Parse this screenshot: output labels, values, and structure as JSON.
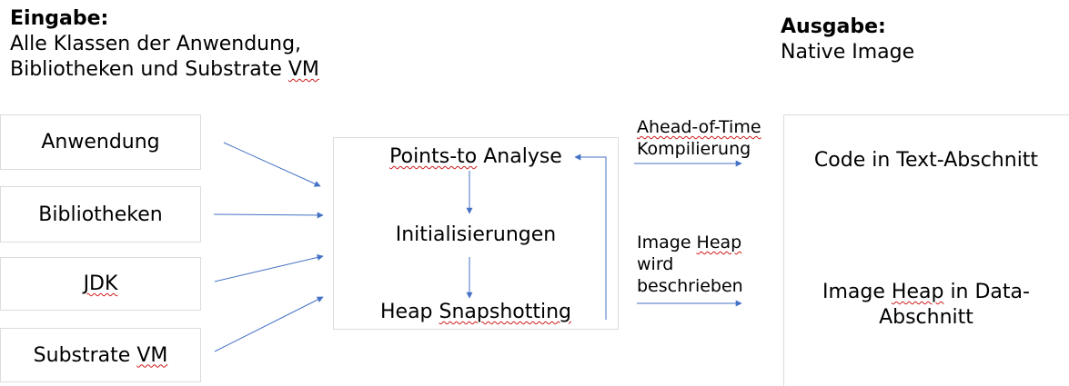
{
  "input": {
    "heading": "Eingabe:",
    "line1": "Alle Klassen der Anwendung,",
    "line2_a": "Bibliotheken und Substrate ",
    "line2_b": "VM"
  },
  "output": {
    "heading": "Ausgabe:",
    "line1": "Native Image"
  },
  "sources": {
    "anwendung": "Anwendung",
    "bibliotheken": "Bibliotheken",
    "jdk": "JDK",
    "substrate_a": "Substrate ",
    "substrate_b": "VM"
  },
  "process": {
    "step1_a": "Points-to",
    "step1_b": " Analyse",
    "step2": "Initialisierungen",
    "step3_a": "Heap ",
    "step3_b": "Snapshotting"
  },
  "edges": {
    "aot_line1": "Ahead-of-Time",
    "aot_line2": "Kompilierung",
    "heap_line1_a": "Image ",
    "heap_line1_b": "Heap",
    "heap_line2": "wird",
    "heap_line3": "beschrieben"
  },
  "result": {
    "code": "Code in Text-Abschnitt",
    "heap_a": "Image ",
    "heap_b": "Heap",
    "heap_c": " in Data-",
    "heap_d": "Abschnitt"
  },
  "colors": {
    "arrow": "#4472c4",
    "box_border": "#dcdcdc",
    "spellcheck": "#d11a1a"
  }
}
